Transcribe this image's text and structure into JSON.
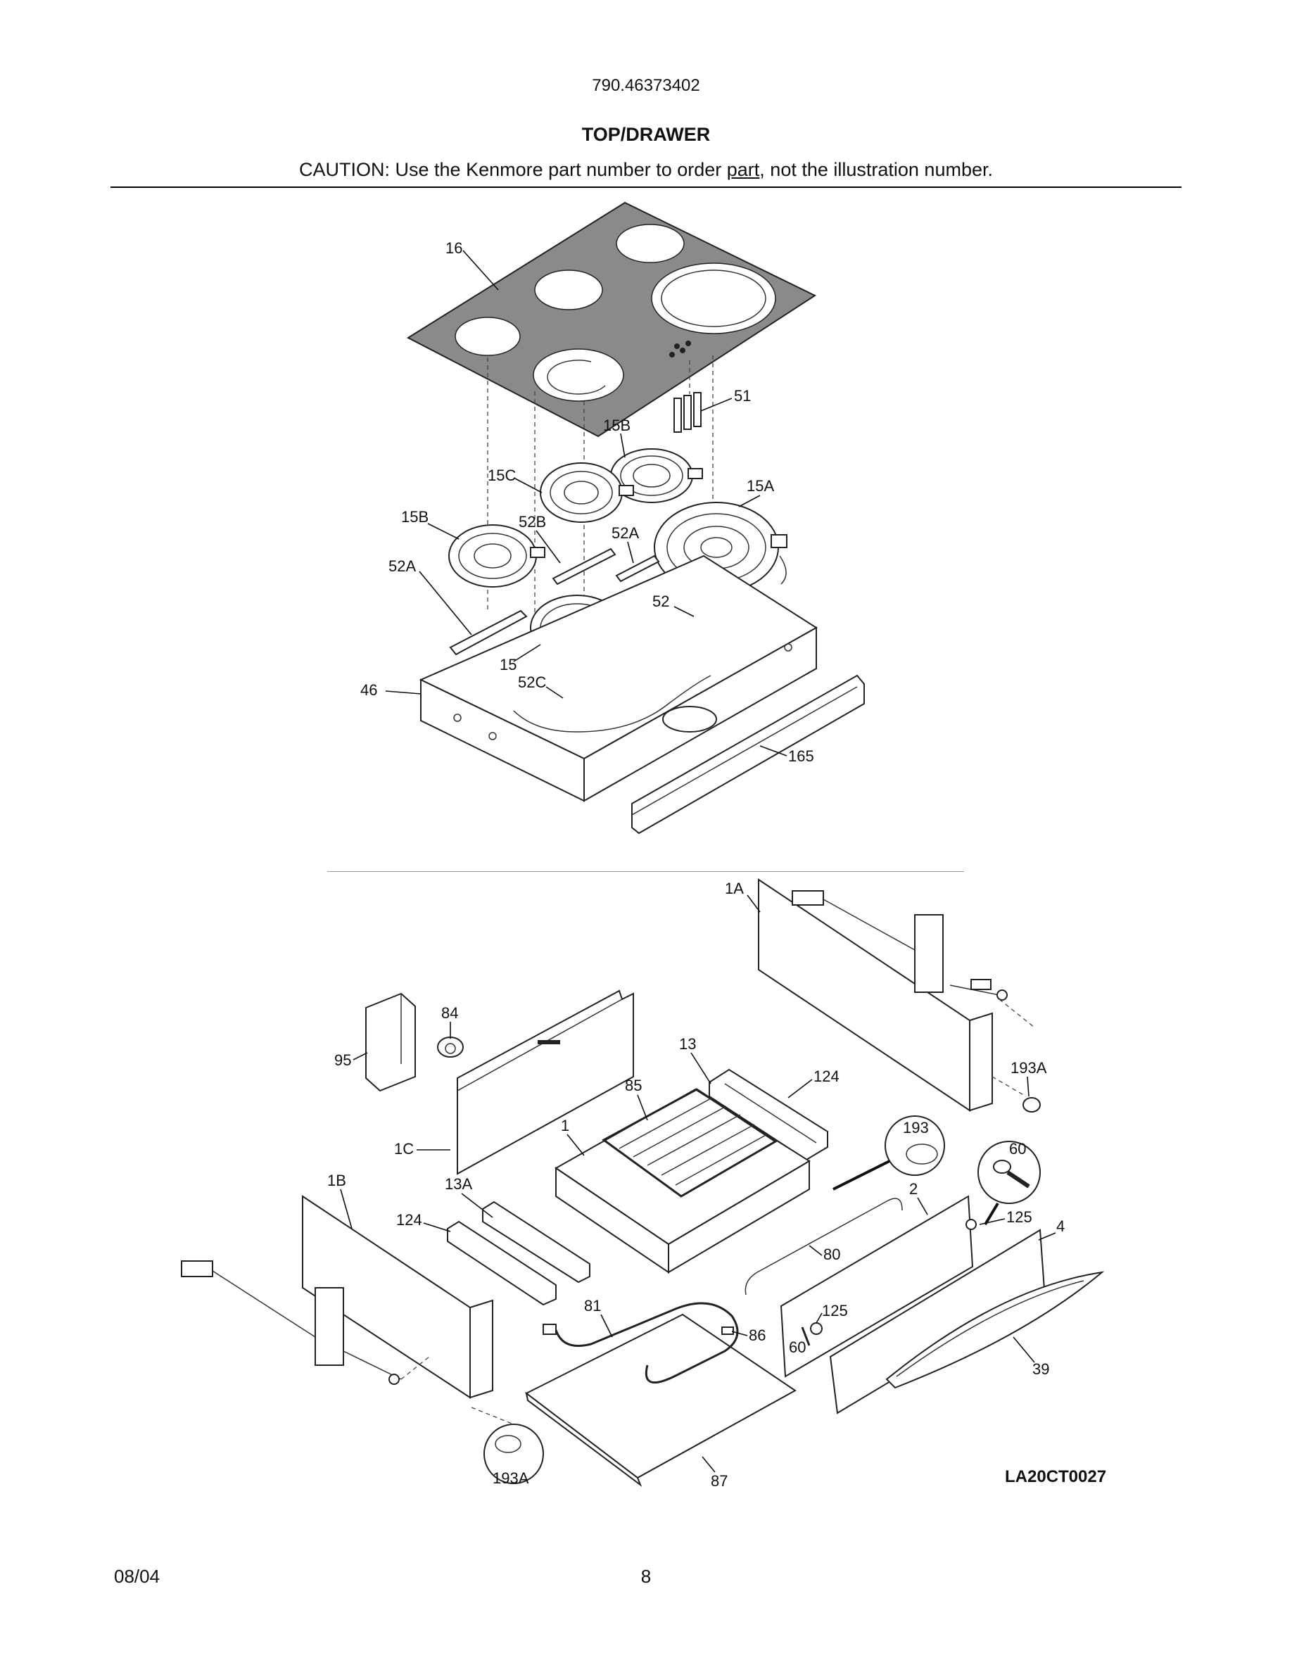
{
  "header": {
    "model_number": "790.46373402",
    "section_title": "TOP/DRAWER",
    "caution_prefix": "CAUTION: Use the Kenmore part number to order ",
    "caution_link": "part",
    "caution_suffix": ", not the illustration number."
  },
  "labels": {
    "l16": "16",
    "l51": "51",
    "l15B_a": "15B",
    "l15C": "15C",
    "l15A": "15A",
    "l15B_b": "15B",
    "l52B": "52B",
    "l52A_a": "52A",
    "l52A_b": "52A",
    "l52": "52",
    "l15": "15",
    "l52C": "52C",
    "l46": "46",
    "l165": "165",
    "l1A": "1A",
    "l84": "84",
    "l95": "95",
    "l13": "13",
    "l124_a": "124",
    "l85": "85",
    "l193A_a": "193A",
    "l193": "193",
    "l1": "1",
    "l1C": "1C",
    "l60_a": "60",
    "l1B": "1B",
    "l13A": "13A",
    "l2": "2",
    "l125_a": "125",
    "l4": "4",
    "l124_b": "124",
    "l80": "80",
    "l81": "81",
    "l125_b": "125",
    "l86": "86",
    "l60_b": "60",
    "l39": "39",
    "l193A_b": "193A",
    "l87": "87"
  },
  "figure_code": "LA20CT0027",
  "footer": {
    "date": "08/04",
    "page": "8"
  },
  "colors": {
    "glass_top": "#8a8a8a",
    "line": "#222222"
  }
}
